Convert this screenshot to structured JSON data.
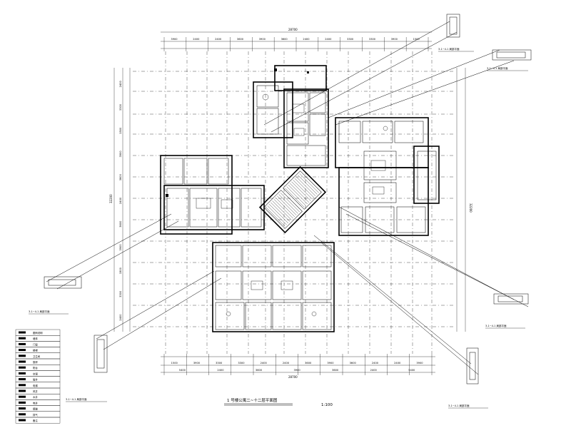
{
  "drawing": {
    "title": "1 号楼公寓二~十二层平面图",
    "scale": "1:100",
    "overall_dim_top": "28700",
    "overall_dim_bottom": "28700",
    "overall_dim_left": "32200",
    "overall_dim_right": "32200"
  },
  "detail_labels": [
    "3-1~4-1 局部平面",
    "3-1~4-1 局部平面",
    "3-1~4-1 局部平面",
    "3-1~4-1 局部平面",
    "3-1~4-1 局部平面",
    "3-1~4-1 局部平面"
  ],
  "top_dims": [
    "3900",
    "2400",
    "2400",
    "3600",
    "3900",
    "3600",
    "2400",
    "2400",
    "3300",
    "3300",
    "3900",
    "1500"
  ],
  "bottom_dims": [
    "1500",
    "3900",
    "3300",
    "3300",
    "2400",
    "2400",
    "3600",
    "3900",
    "3600",
    "2400",
    "2400",
    "3900"
  ],
  "sub_dims_bottom": [
    "5400",
    "2400",
    "3600",
    "3900",
    "3600",
    "2400",
    "5400"
  ],
  "left_dims": [
    "2400",
    "3300",
    "1500",
    "3900",
    "3600",
    "2400",
    "3600",
    "3900",
    "1500",
    "3300",
    "2400"
  ],
  "legend_rows": [
    "图例说明",
    "墙体",
    "门窗",
    "楼梯",
    "卫生间",
    "厨房",
    "阳台",
    "空调",
    "管井",
    "电梯",
    "风井",
    "水井",
    "电井",
    "烟道",
    "排气",
    "备注"
  ]
}
